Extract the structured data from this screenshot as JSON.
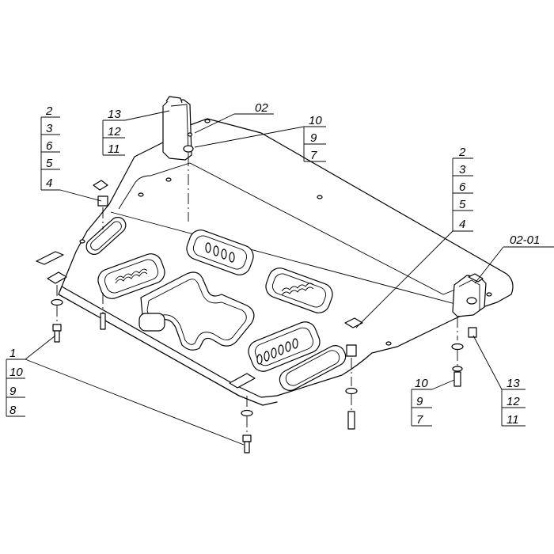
{
  "callouts": {
    "top_left_bracket": [
      "13",
      "12",
      "11"
    ],
    "top_center": "02",
    "top_right_bracket": [
      "10",
      "9",
      "7"
    ],
    "left_stack": [
      "2",
      "3",
      "6",
      "5",
      "4"
    ],
    "right_stack": [
      "2",
      "3",
      "6",
      "5",
      "4"
    ],
    "right_part": "02-01",
    "bottom_left_stack": [
      "1",
      "10",
      "9",
      "8"
    ],
    "bottom_mid_stack": [
      "10",
      "9",
      "7"
    ],
    "bottom_right_stack": [
      "13",
      "12",
      "11"
    ]
  }
}
